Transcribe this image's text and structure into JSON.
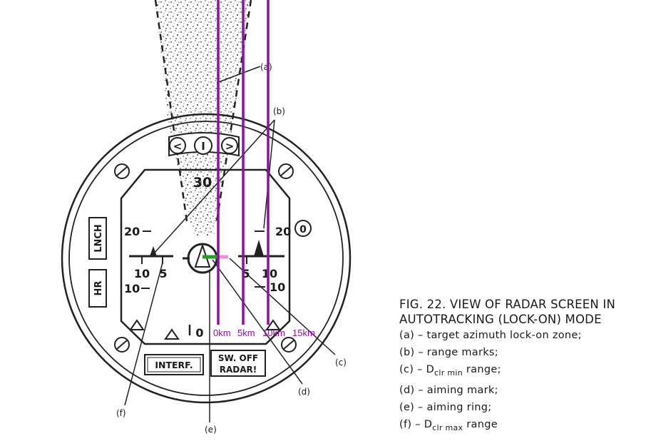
{
  "caption": {
    "title_line1": "FIG. 22. VIEW OF RADAR SCREEN IN",
    "title_line2": "AUTOTRACKING (LOCK-ON) MODE",
    "items": [
      {
        "key": "(a)",
        "text": "target azimuth lock-on zone;"
      },
      {
        "key": "(b)",
        "text": "range marks;"
      },
      {
        "key": "(c)",
        "pre": "D",
        "sub": "clr min",
        "post": " range;"
      },
      {
        "key": "(d)",
        "text": "aiming mark;"
      },
      {
        "key": "(e)",
        "text": "aiming ring;"
      },
      {
        "key": "(f)",
        "pre": "D",
        "sub": "clr max",
        "post": " range"
      }
    ]
  },
  "callouts": {
    "a": "(a)",
    "b": "(b)",
    "c": "(c)",
    "d": "(d)",
    "e": "(e)",
    "f": "(f)"
  },
  "screen": {
    "scale_top": "30",
    "left_20": "20",
    "left_10": "10",
    "left_tick_10": "10",
    "left_tick_5": "5",
    "right_20": "20",
    "right_10": "10",
    "right_tick_5": "5",
    "right_tick_10": "10",
    "bottom_zero": "0",
    "nav_left": "<",
    "nav_center": "I",
    "nav_right": ">",
    "right_circle": "0",
    "lnch": "LNCH",
    "hr": "HR",
    "interf": "INTERF.",
    "swoff_line1": "SW. OFF",
    "swoff_line2": "RADAR!"
  },
  "overlay": {
    "color": "#8e10a0",
    "labels": [
      "0km",
      "5km",
      "10km",
      "15km"
    ]
  }
}
